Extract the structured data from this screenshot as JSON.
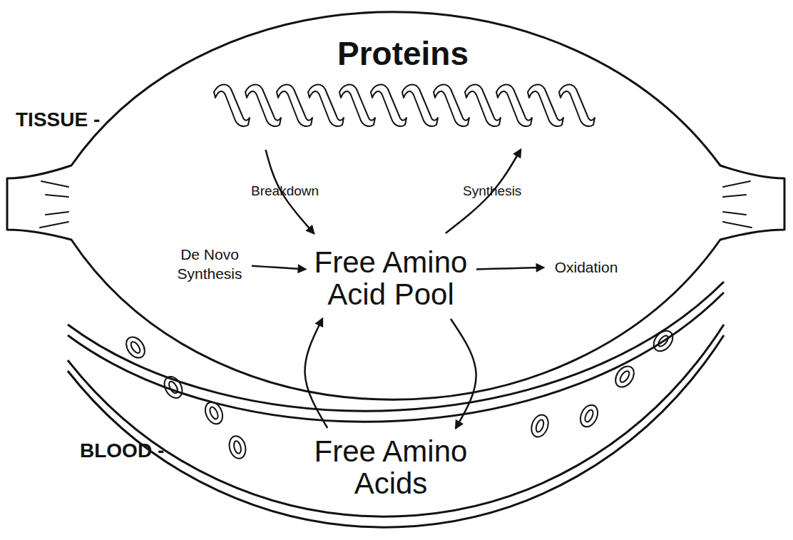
{
  "diagram": {
    "nodes": [
      {
        "text": [
          "TISSUE -"
        ]
      },
      {
        "text": [
          "Proteins"
        ],
        "in": 0
      },
      {
        "text": [
          "Free Amino Acid Pool"
        ],
        "in": 0
      },
      {
        "text": [
          "De Novo Synthesis"
        ],
        "in": 0
      },
      {
        "text": [
          "Oxidation"
        ],
        "in": 0
      },
      {
        "text": [
          "BLOOD -"
        ]
      },
      {
        "text": [
          "Free Amino Acids"
        ],
        "in": 5
      }
    ],
    "edges": [
      {
        "from": 1,
        "to": 2,
        "label": "Breakdown",
        "arrow": "to"
      },
      {
        "from": 2,
        "to": 1,
        "label": "Synthesis",
        "arrow": "to"
      },
      {
        "from": 3,
        "to": 2,
        "arrow": "to"
      },
      {
        "from": 2,
        "to": 4,
        "arrow": "to"
      },
      {
        "from": 6,
        "to": 2,
        "arrow": "to"
      },
      {
        "from": 2,
        "to": 6,
        "arrow": "to"
      }
    ]
  }
}
